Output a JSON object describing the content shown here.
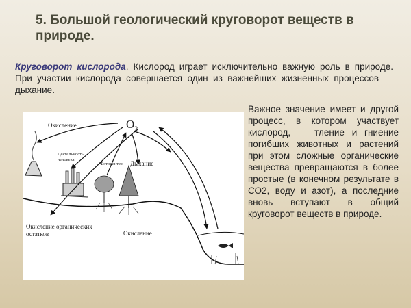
{
  "slide": {
    "title": "5. Большой геологический круговорот веществ в природе.",
    "intro_term": "Круговорот кислорода",
    "intro_text": ". Кислород играет исключительно важную роль в природе. При участии кислорода совершается один из важнейших жизненных процессов — дыхание.",
    "sidebar_text": "Важное значение имеет и другой процесс, в котором участвует кислород, — тление и гниение погибших животных и растений при этом сложные органические вещества превращаются в более простые (в конечном результате в СО2, воду и азот), а последние вновь вступают в общий круговорот веществ в природе."
  },
  "diagram": {
    "o2_main": "O",
    "o2_sub": "2",
    "labels": {
      "oxidation_top": "Окисление",
      "human_activity": "Деятельность человека",
      "photosynthesis": "Фотосинтез",
      "respiration": "Дыхание",
      "oxidation_organic": "Окисление органических остатков",
      "oxidation_right": "Окисление"
    }
  }
}
